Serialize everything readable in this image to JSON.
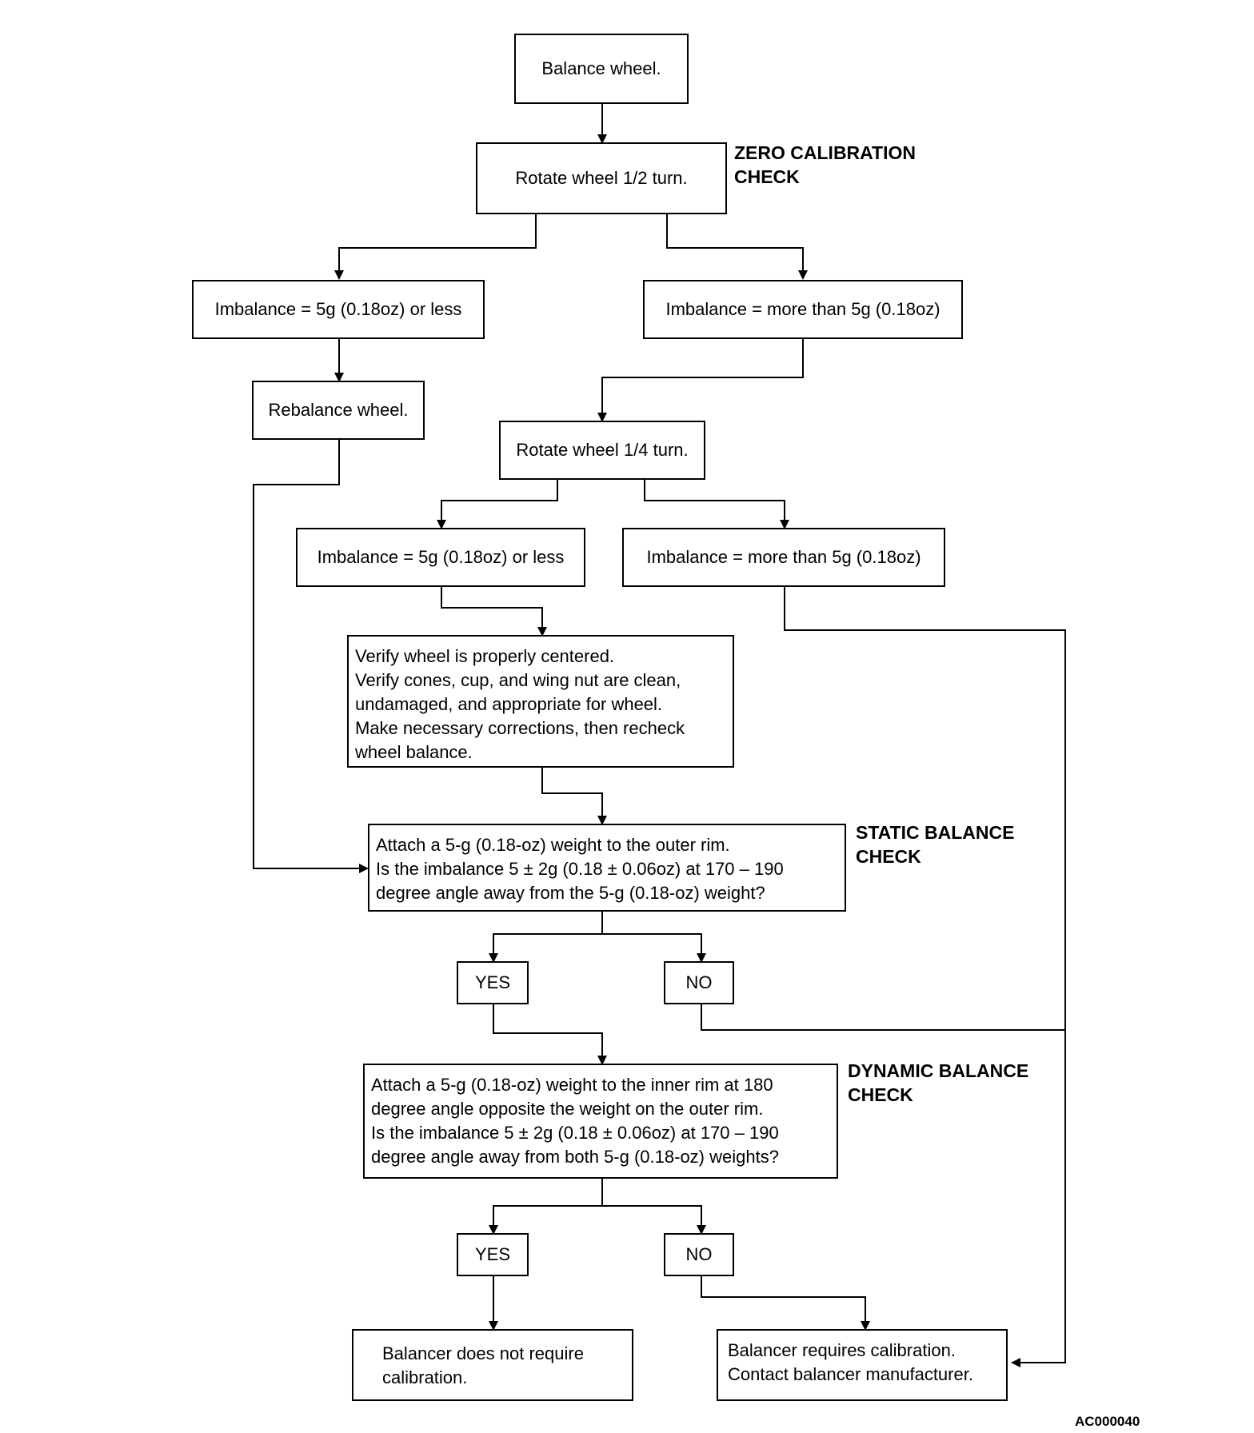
{
  "figure_code": "AC000040",
  "sections": {
    "zero": "ZERO CALIBRATION\nCHECK",
    "static": "STATIC BALANCE\nCHECK",
    "dynamic": "DYNAMIC BALANCE\nCHECK"
  },
  "nodes": {
    "balance_wheel": "Balance wheel.",
    "rotate_half": "Rotate wheel 1/2 turn.",
    "imb_less_1": "Imbalance = 5g (0.18oz) or less",
    "imb_more_1": "Imbalance = more than 5g (0.18oz)",
    "rebalance": "Rebalance wheel.",
    "rotate_quarter": "Rotate wheel 1/4 turn.",
    "imb_less_2": "Imbalance = 5g (0.18oz) or less",
    "imb_more_2": "Imbalance = more than 5g (0.18oz)",
    "verify": "Verify wheel is properly centered.\nVerify cones, cup, and wing nut are clean,\nundamaged, and appropriate for wheel.\nMake necessary corrections, then recheck\nwheel balance.",
    "static_q": "Attach a 5-g (0.18-oz) weight to the outer rim.\nIs the imbalance 5 ± 2g (0.18 ± 0.06oz) at 170 – 190\ndegree angle away from the 5-g (0.18-oz) weight?",
    "yes_1": "YES",
    "no_1": "NO",
    "dynamic_q": "Attach a 5-g (0.18-oz) weight to the inner rim at 180\ndegree angle opposite the weight on the outer rim.\nIs the imbalance 5 ± 2g (0.18 ± 0.06oz) at 170 – 190\ndegree angle away from both 5-g (0.18-oz) weights?",
    "yes_2": "YES",
    "no_2": "NO",
    "no_calibration": "Balancer does not require\ncalibration.",
    "requires_calibration": "Balancer requires calibration.\nContact balancer manufacturer."
  }
}
